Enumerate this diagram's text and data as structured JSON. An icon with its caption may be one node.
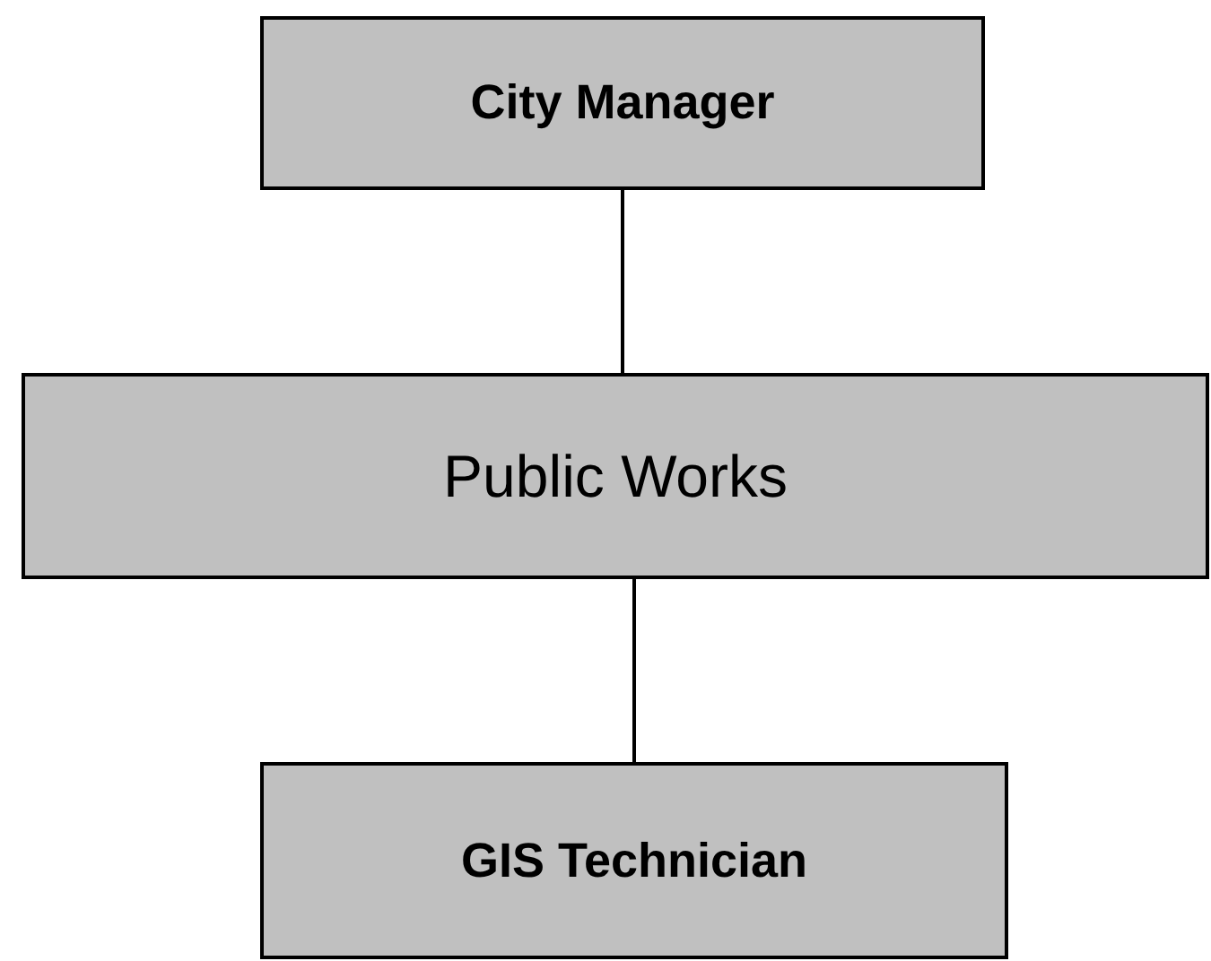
{
  "diagram": {
    "nodes": [
      {
        "text": [
          "City Manager"
        ]
      },
      {
        "text": [
          "Public Works"
        ]
      },
      {
        "text": [
          "GIS Technician"
        ]
      }
    ],
    "edges": [
      {
        "from": 0,
        "to": 1,
        "arrow": "none"
      },
      {
        "from": 1,
        "to": 2,
        "arrow": "none"
      }
    ]
  }
}
